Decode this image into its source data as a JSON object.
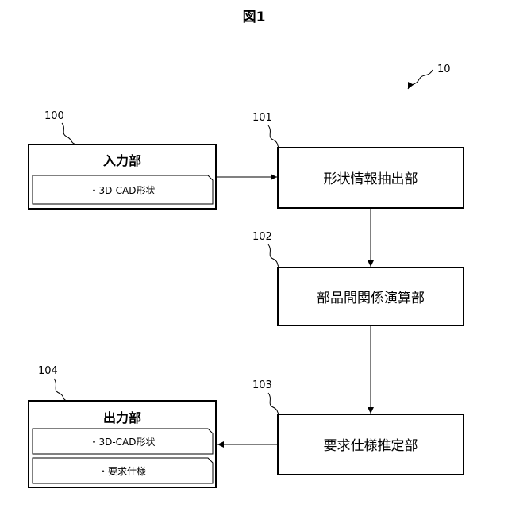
{
  "figure_label": "図1",
  "system_ref": "10",
  "input_unit": {
    "ref": "100",
    "title": "入力部",
    "items": [
      "・3D-CAD形状"
    ]
  },
  "shape_extraction_unit": {
    "ref": "101",
    "title": "形状情報抽出部"
  },
  "part_relation_unit": {
    "ref": "102",
    "title": "部品間関係演算部"
  },
  "requirement_estimation_unit": {
    "ref": "103",
    "title": "要求仕様推定部"
  },
  "output_unit": {
    "ref": "104",
    "title": "出力部",
    "items": [
      "・3D-CAD形状",
      "・要求仕様"
    ]
  }
}
